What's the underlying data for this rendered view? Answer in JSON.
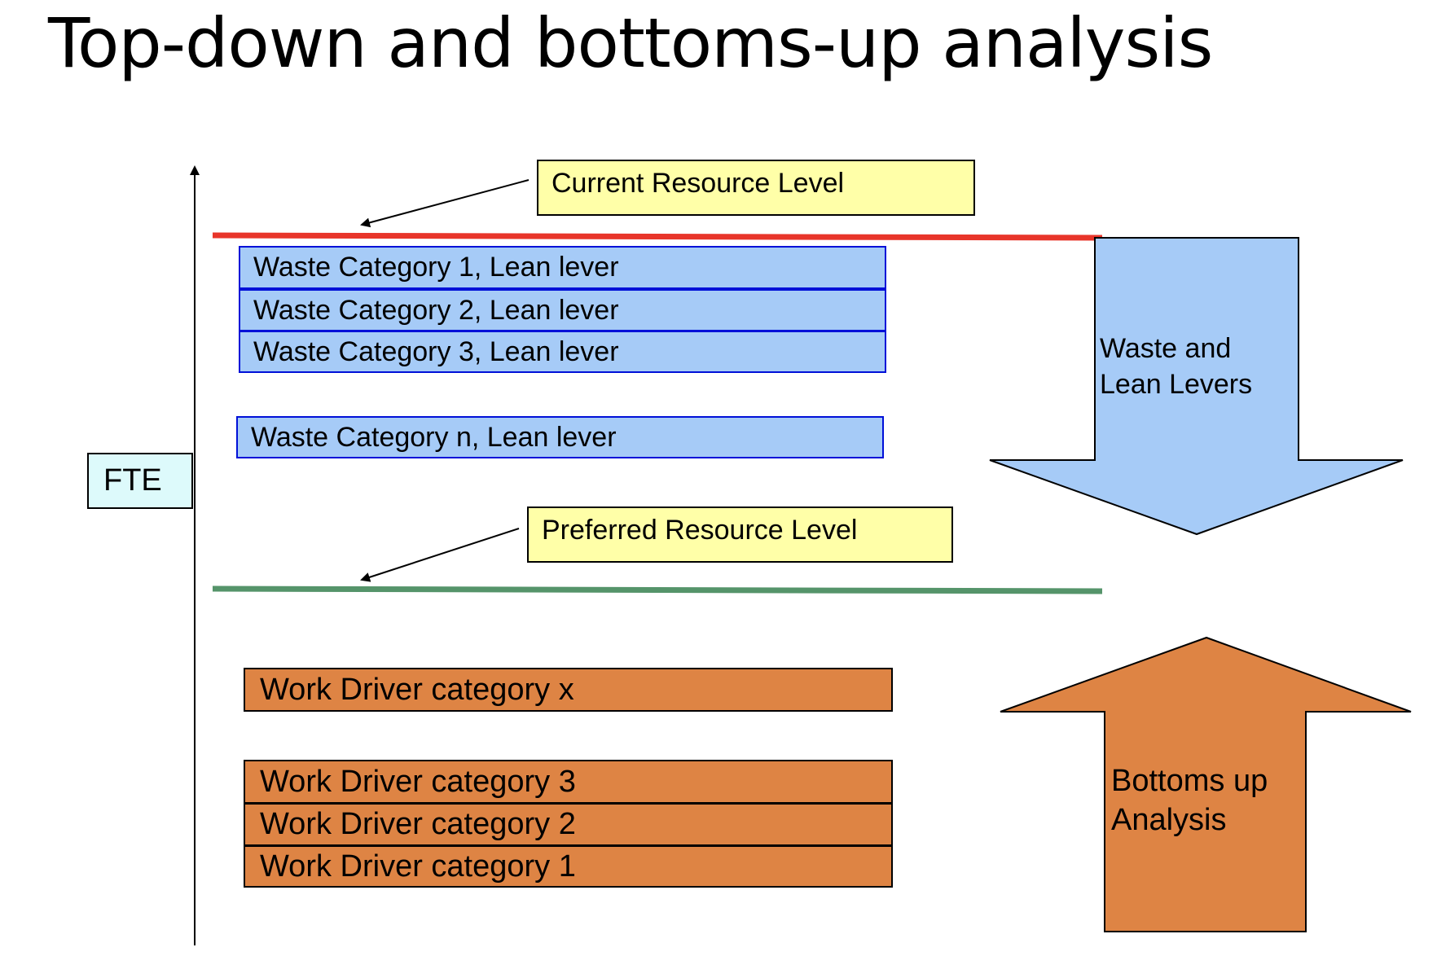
{
  "title": "Top-down and bottoms-up analysis",
  "axis": {
    "label": "FTE"
  },
  "callouts": {
    "current": "Current Resource Level",
    "preferred": "Preferred Resource Level"
  },
  "waste_bars": [
    "Waste Category 1, Lean lever",
    "Waste Category 2, Lean lever",
    "Waste Category 3, Lean lever",
    "Waste Category n, Lean lever"
  ],
  "driver_bars": [
    "Work Driver category x",
    "Work Driver category 3",
    "Work Driver category 2",
    "Work Driver category 1"
  ],
  "arrows": {
    "down": {
      "line1": "Waste and",
      "line2": "Lean Levers"
    },
    "up": {
      "line1": "Bottoms up",
      "line2": "Analysis"
    }
  },
  "colors": {
    "current_line": "#e8352a",
    "preferred_line": "#55946a",
    "waste_fill": "#a6cbf7",
    "waste_border": "#0010d8",
    "driver_fill": "#de8444",
    "callout_fill": "#ffffa8",
    "fte_fill": "#ddfafb"
  }
}
